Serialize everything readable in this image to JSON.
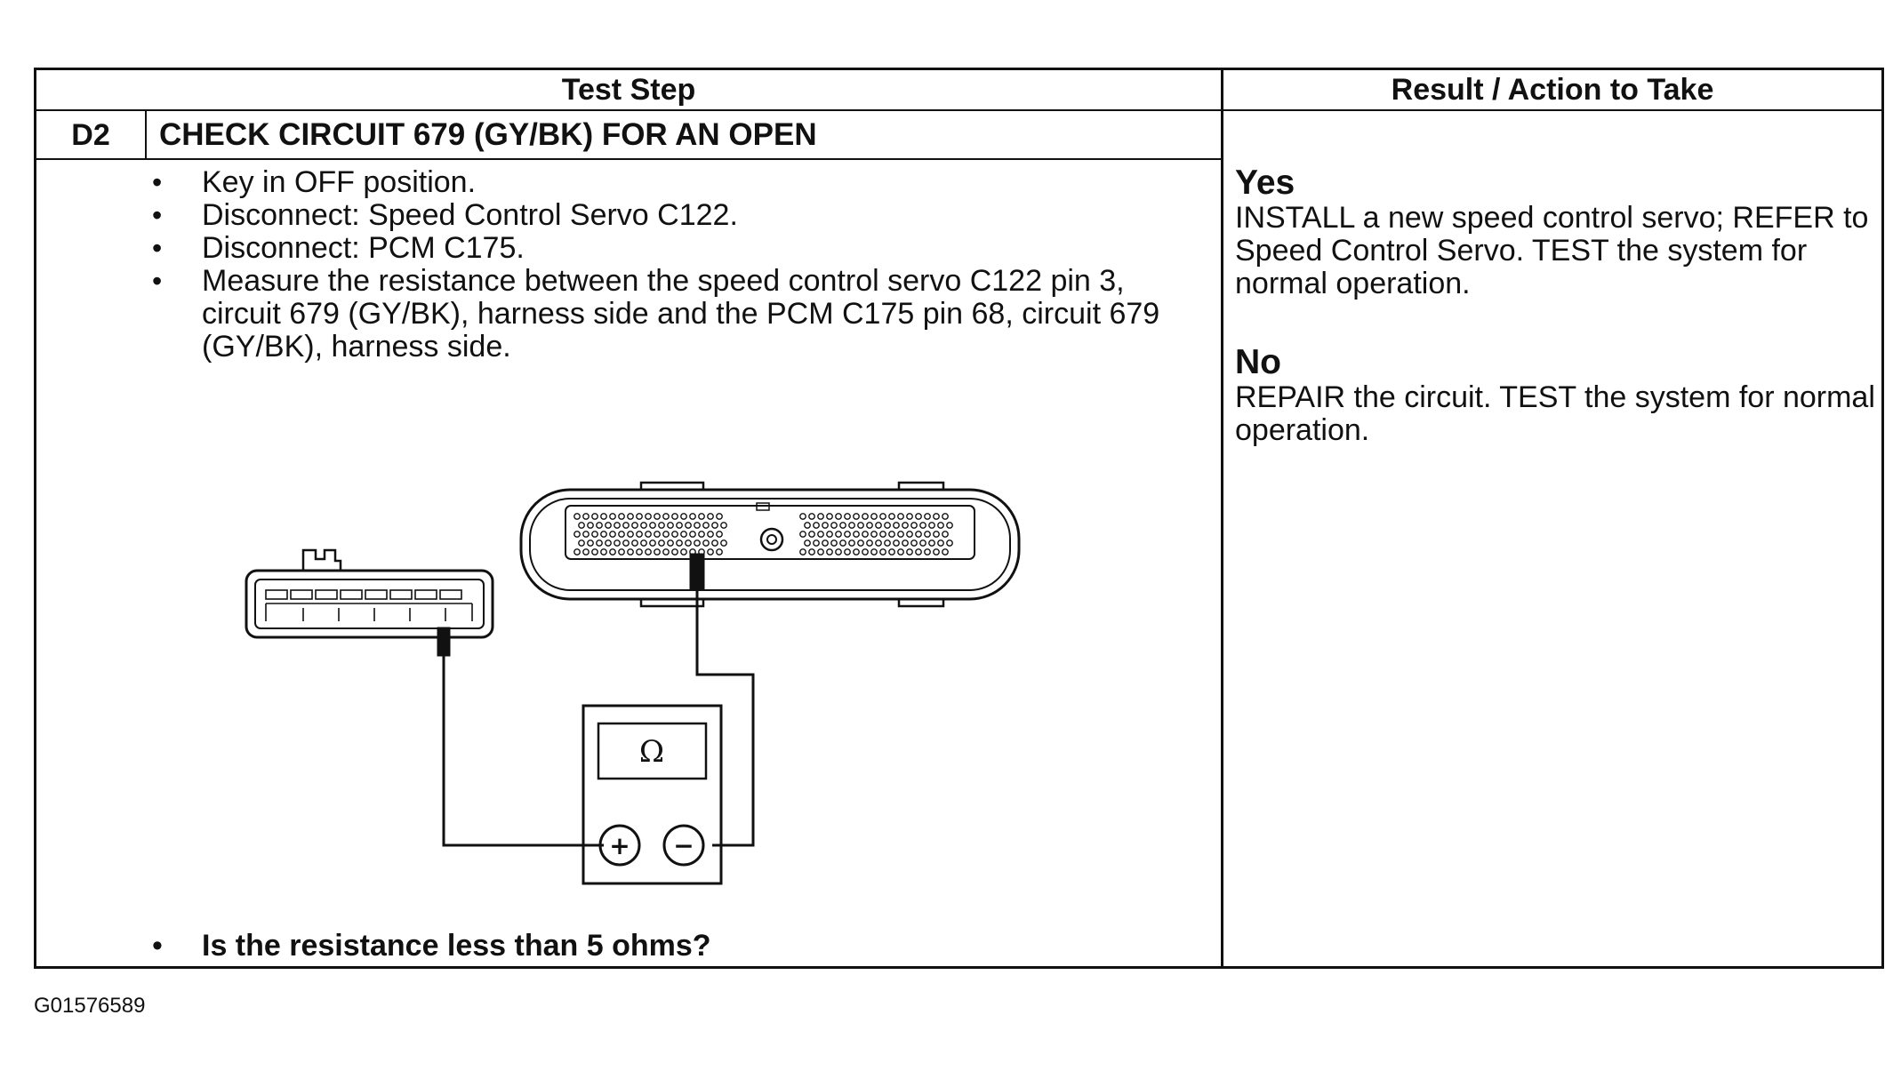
{
  "table": {
    "header": {
      "test_step": "Test Step",
      "result_action": "Result / Action to Take"
    },
    "step": {
      "id": "D2",
      "title": "CHECK CIRCUIT 679 (GY/BK) FOR AN OPEN",
      "instructions": [
        "Key in OFF position.",
        "Disconnect: Speed Control Servo C122.",
        "Disconnect: PCM C175.",
        "Measure the resistance between the speed control servo C122 pin 3, circuit 679 (GY/BK), harness side and the PCM C175 pin 68, circuit 679 (GY/BK), harness side."
      ],
      "question": "Is the resistance less than 5 ohms?"
    },
    "results": {
      "yes": {
        "label": "Yes",
        "text": "INSTALL a new speed control servo; REFER to Speed Control Servo. TEST the system for normal operation."
      },
      "no": {
        "label": "No",
        "text": "REPAIR the circuit. TEST the system for normal operation."
      }
    }
  },
  "diagram": {
    "meter_symbol": "Ω",
    "plus_symbol": "+",
    "minus_symbol": "−"
  },
  "footer": {
    "figure_code": "G01576589"
  }
}
